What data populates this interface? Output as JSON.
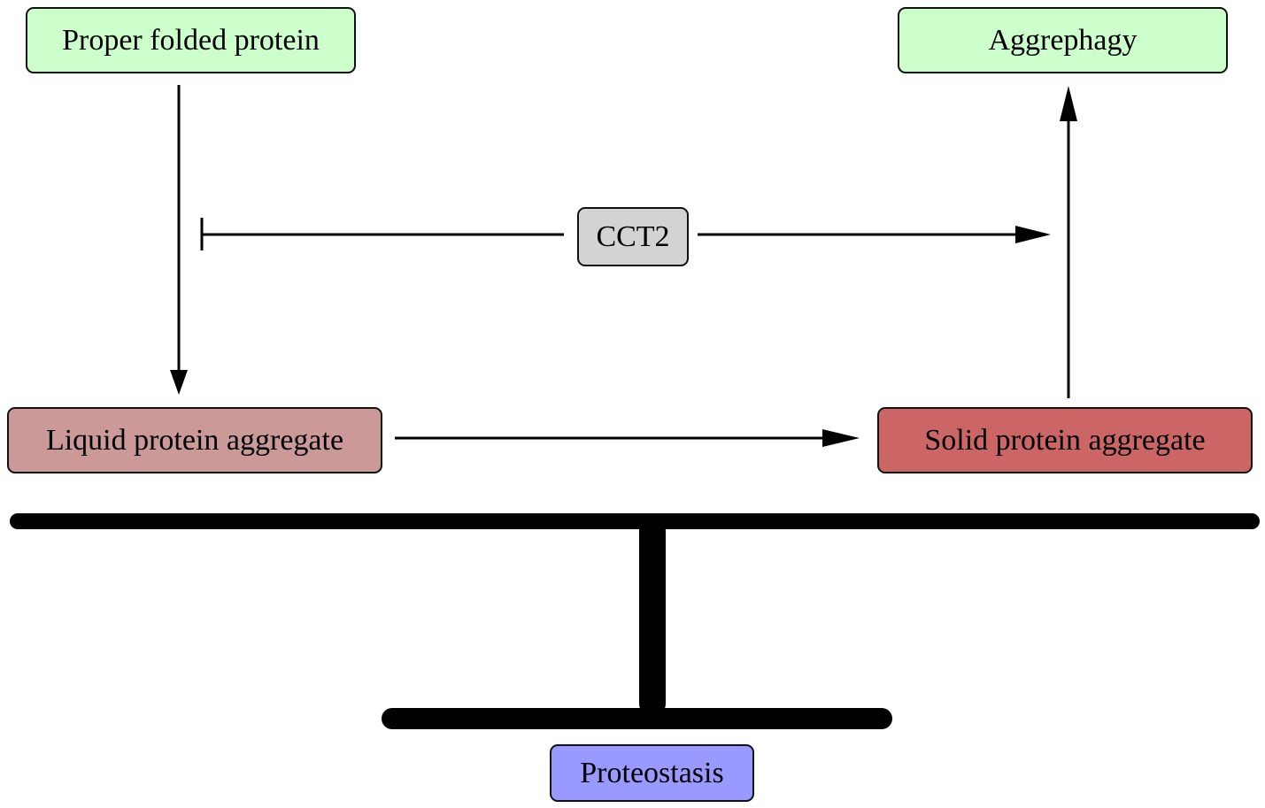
{
  "nodes": {
    "proper_folded_protein": {
      "label": "Proper folded protein",
      "fill": "#ccffcc"
    },
    "aggrephagy": {
      "label": "Aggrephagy",
      "fill": "#ccffcc"
    },
    "cct2": {
      "label": "CCT2",
      "fill": "#d3d3d3"
    },
    "liquid_protein_aggregate": {
      "label": "Liquid protein aggregate",
      "fill": "#cc9999"
    },
    "solid_protein_aggregate": {
      "label": "Solid protein aggregate",
      "fill": "#cc6666"
    },
    "proteostasis": {
      "label": "Proteostasis",
      "fill": "#9999ff"
    }
  },
  "edges": [
    {
      "from": "proper_folded_protein",
      "to": "liquid_protein_aggregate",
      "type": "activation"
    },
    {
      "from": "cct2",
      "to": "proper_folded_protein_to_liquid_transition",
      "type": "inhibition"
    },
    {
      "from": "cct2",
      "to": "liquid_to_solid_transition",
      "type": "activation"
    },
    {
      "from": "liquid_protein_aggregate",
      "to": "solid_protein_aggregate",
      "type": "activation"
    },
    {
      "from": "solid_protein_aggregate",
      "to": "aggrephagy",
      "type": "activation"
    }
  ],
  "balance": {
    "label_node": "proteostasis",
    "color": "#000000"
  }
}
